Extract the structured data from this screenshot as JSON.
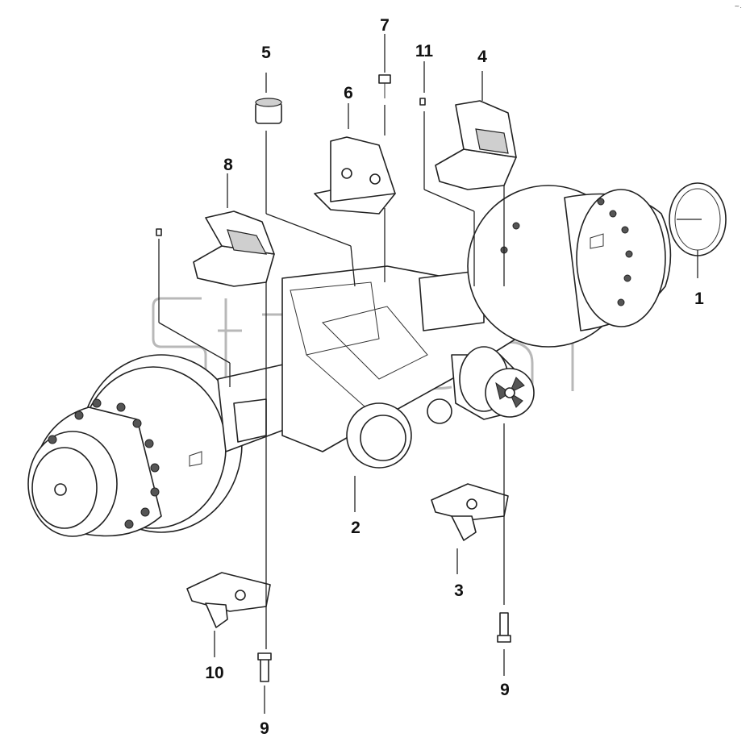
{
  "diagram": {
    "callouts": [
      {
        "id": "c1",
        "label": "1"
      },
      {
        "id": "c2",
        "label": "2"
      },
      {
        "id": "c3",
        "label": "3"
      },
      {
        "id": "c4",
        "label": "4"
      },
      {
        "id": "c5",
        "label": "5"
      },
      {
        "id": "c6",
        "label": "6"
      },
      {
        "id": "c7",
        "label": "7"
      },
      {
        "id": "c8",
        "label": "8"
      },
      {
        "id": "c9a",
        "label": "9"
      },
      {
        "id": "c9b",
        "label": "9"
      },
      {
        "id": "c10",
        "label": "10"
      },
      {
        "id": "c11",
        "label": "11"
      }
    ],
    "corner_mark": "~.",
    "watermark": "SITEC"
  }
}
